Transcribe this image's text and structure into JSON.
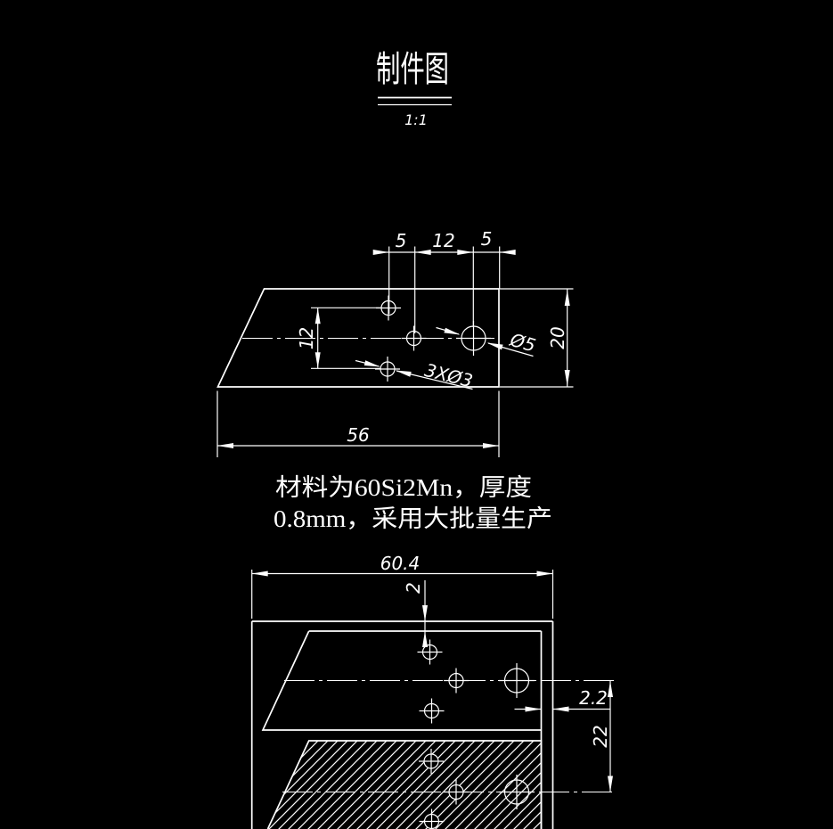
{
  "colors": {
    "background": "#000000",
    "line": "#ffffff"
  },
  "title": {
    "text": "制件图",
    "scale": "1:1"
  },
  "notes": {
    "line1": "材料为60Si2Mn，厚度",
    "line2": "0.8mm，采用大批量生产"
  },
  "top_view": {
    "dim_top_left": "5",
    "dim_top_middle": "12",
    "dim_top_right": "5",
    "dim_hole_spacing_vertical": "12",
    "dim_part_height": "20",
    "dim_part_length": "56",
    "label_large_hole": "Ø5",
    "label_small_holes": "3XØ3"
  },
  "strip_view": {
    "dim_strip_width": "60.4",
    "dim_top_margin": "2",
    "dim_side_margin": "2.2",
    "dim_pitch": "22"
  }
}
